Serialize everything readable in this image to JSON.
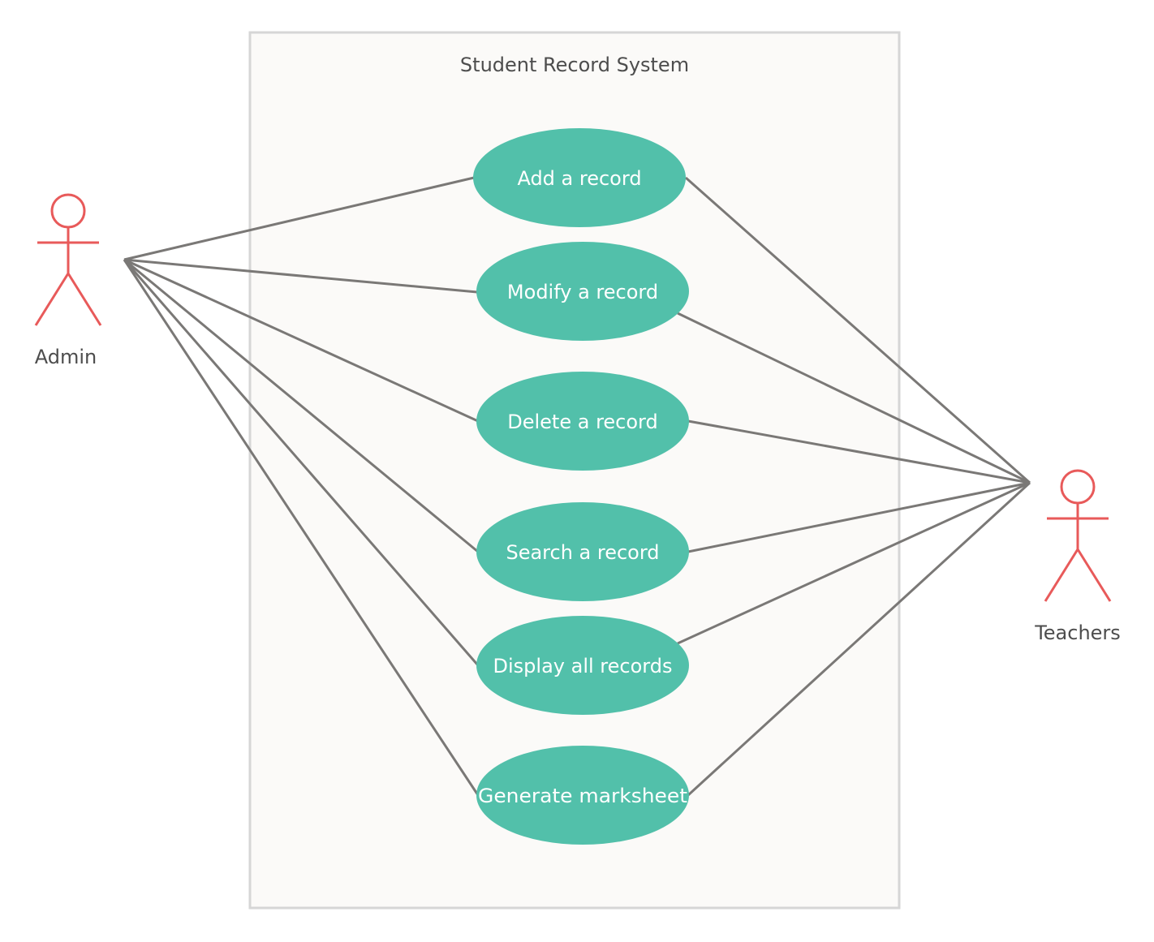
{
  "system": {
    "title": "Student Record System"
  },
  "actors": {
    "admin": {
      "label": "Admin"
    },
    "teachers": {
      "label": "Teachers"
    }
  },
  "use_cases": [
    {
      "id": "add",
      "label": "Add a record"
    },
    {
      "id": "modify",
      "label": "Modify a record"
    },
    {
      "id": "delete",
      "label": "Delete a record"
    },
    {
      "id": "search",
      "label": "Search a record"
    },
    {
      "id": "display",
      "label": "Display all records"
    },
    {
      "id": "generate",
      "label": "Generate marksheet"
    }
  ],
  "associations": [
    {
      "actor": "admin",
      "use_case": "add"
    },
    {
      "actor": "admin",
      "use_case": "modify"
    },
    {
      "actor": "admin",
      "use_case": "delete"
    },
    {
      "actor": "admin",
      "use_case": "search"
    },
    {
      "actor": "admin",
      "use_case": "display"
    },
    {
      "actor": "admin",
      "use_case": "generate"
    },
    {
      "actor": "teachers",
      "use_case": "add"
    },
    {
      "actor": "teachers",
      "use_case": "modify"
    },
    {
      "actor": "teachers",
      "use_case": "delete"
    },
    {
      "actor": "teachers",
      "use_case": "search"
    },
    {
      "actor": "teachers",
      "use_case": "display"
    },
    {
      "actor": "teachers",
      "use_case": "generate"
    }
  ],
  "colors": {
    "use_case_fill": "#52c0aa",
    "actor_stroke": "#e85a5a",
    "line": "#7a7876",
    "boundary_fill": "#fbfaf8",
    "boundary_stroke": "#d6d6d6",
    "text": "#4d4d4d"
  }
}
